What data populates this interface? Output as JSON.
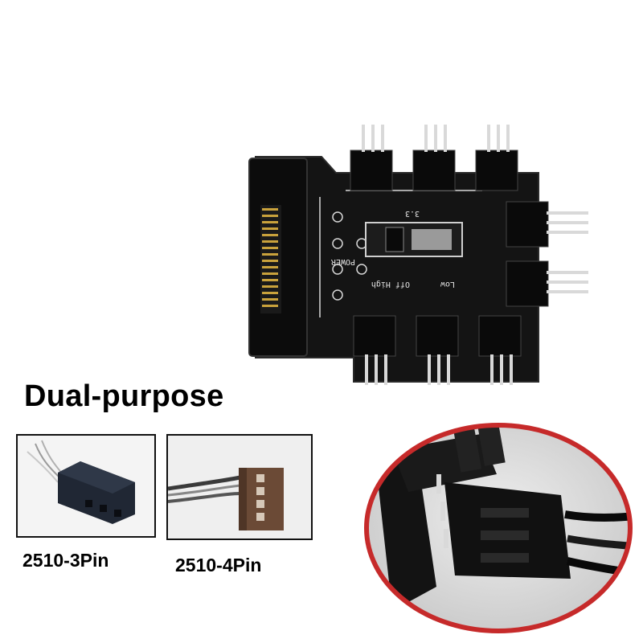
{
  "headline": "Dual-purpose",
  "variants": [
    {
      "label": "2510-3Pin",
      "pins": 3
    },
    {
      "label": "2510-4Pin",
      "pins": 4
    }
  ],
  "board_markings": {
    "power": "POWER",
    "voltage": "3.3",
    "switch_positions": "Off High",
    "switch_low": "Low"
  },
  "colors": {
    "pcb": "#141414",
    "gold": "#c9a23c",
    "zoom_ring": "#c62a2a",
    "connector_brown": "#6b4a36"
  }
}
